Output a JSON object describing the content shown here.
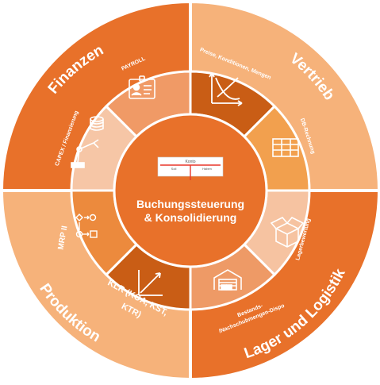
{
  "center": {
    "line1": "Buchungssteuerung",
    "line2": "& Konsolidierung",
    "konto": {
      "title": "Konto",
      "soll": "Soll",
      "haben": "Haben"
    }
  },
  "quadrants": [
    {
      "label": "Finanzen",
      "color": "#e8712a"
    },
    {
      "label": "Vertrieb",
      "color": "#f6b27a"
    },
    {
      "label": "Lager und Logistik",
      "color": "#e8712a"
    },
    {
      "label": "Produktion",
      "color": "#f6b27a"
    }
  ],
  "segments": [
    {
      "label": "PAYROLL",
      "icon": "id-card-icon",
      "color": "#f09a66"
    },
    {
      "label": "Preise, Konditionen, Mengen",
      "icon": "chart-curves-icon",
      "color": "#c95d15"
    },
    {
      "label": "DB-Rechnung",
      "icon": "table-icon",
      "color": "#f2a04e"
    },
    {
      "label": "Lagerbewertung",
      "icon": "box-icon",
      "color": "#f6c3a1"
    },
    {
      "label_line1": "Bestands-",
      "label_line2": "/Nachschubmengen-Dispo",
      "icon": "warehouse-icon",
      "color": "#ee9a66"
    },
    {
      "label_line1": "KLR  (KOA, KST,",
      "label_line2": "KTR)",
      "icon": "growth-chart-icon",
      "color": "#c95d15"
    },
    {
      "label": "MRP II",
      "icon": "flow-diagram-icon",
      "color": "#ec8a3d"
    },
    {
      "label": "CAPEX / Finanzierung",
      "icon": "robot-arm-coins-icon",
      "color": "#f6c6a6"
    }
  ],
  "colors": {
    "center": "#e8712a",
    "white": "#ffffff",
    "konto_red": "#e8372a"
  }
}
